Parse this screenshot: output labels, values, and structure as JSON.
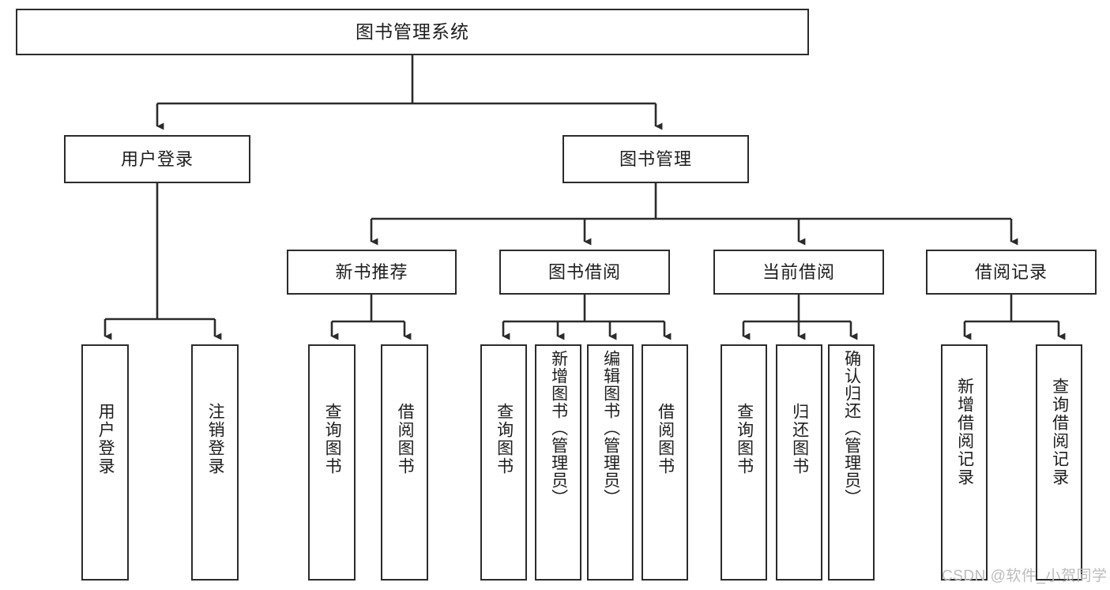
{
  "diagram": {
    "title": "图书管理系统",
    "type": "tree-hierarchy",
    "watermark": "CSDN @软件_小贺同学",
    "colors": {
      "node_border": "#2b2b2b",
      "node_fill": "#ffffff",
      "edge": "#2b2b2b",
      "text": "#1d1d1d",
      "watermark": "#bcbcbc",
      "background": "#ffffff"
    },
    "levels": {
      "root": "图书管理系统",
      "level2": [
        "用户登录",
        "图书管理"
      ],
      "level3": [
        "新书推荐",
        "图书借阅",
        "当前借阅",
        "借阅记录"
      ]
    },
    "nodes": {
      "root": {
        "label": "图书管理系统"
      },
      "user_login": {
        "label": "用户登录"
      },
      "book_manage": {
        "label": "图书管理"
      },
      "new_book_rec": {
        "label": "新书推荐"
      },
      "book_borrow": {
        "label": "图书借阅"
      },
      "current_borrow": {
        "label": "当前借阅"
      },
      "borrow_record": {
        "label": "借阅记录"
      },
      "leaf_user_login": {
        "label": "用户登录"
      },
      "leaf_logout": {
        "label": "注销登录"
      },
      "leaf_query_book_1": {
        "label": "查询图书"
      },
      "leaf_borrow_book_1": {
        "label": "借阅图书"
      },
      "leaf_query_book_2": {
        "label": "查询图书"
      },
      "leaf_add_book": {
        "label": "新增图书（管理员）"
      },
      "leaf_edit_book": {
        "label": "编辑图书（管理员）"
      },
      "leaf_borrow_book_2": {
        "label": "借阅图书"
      },
      "leaf_query_book_3": {
        "label": "查询图书"
      },
      "leaf_return_book": {
        "label": "归还图书"
      },
      "leaf_confirm_return": {
        "label": "确认归还（管理员）"
      },
      "leaf_add_record": {
        "label": "新增借阅记录"
      },
      "leaf_query_record": {
        "label": "查询借阅记录"
      }
    },
    "edges": [
      {
        "from": "root",
        "to": "user_login"
      },
      {
        "from": "root",
        "to": "book_manage"
      },
      {
        "from": "user_login",
        "to": "leaf_user_login"
      },
      {
        "from": "user_login",
        "to": "leaf_logout"
      },
      {
        "from": "book_manage",
        "to": "new_book_rec"
      },
      {
        "from": "book_manage",
        "to": "book_borrow"
      },
      {
        "from": "book_manage",
        "to": "current_borrow"
      },
      {
        "from": "book_manage",
        "to": "borrow_record"
      },
      {
        "from": "new_book_rec",
        "to": "leaf_query_book_1"
      },
      {
        "from": "new_book_rec",
        "to": "leaf_borrow_book_1"
      },
      {
        "from": "book_borrow",
        "to": "leaf_query_book_2"
      },
      {
        "from": "book_borrow",
        "to": "leaf_add_book"
      },
      {
        "from": "book_borrow",
        "to": "leaf_edit_book"
      },
      {
        "from": "book_borrow",
        "to": "leaf_borrow_book_2"
      },
      {
        "from": "current_borrow",
        "to": "leaf_query_book_3"
      },
      {
        "from": "current_borrow",
        "to": "leaf_return_book"
      },
      {
        "from": "current_borrow",
        "to": "leaf_confirm_return"
      },
      {
        "from": "borrow_record",
        "to": "leaf_add_record"
      },
      {
        "from": "borrow_record",
        "to": "leaf_query_record"
      }
    ]
  }
}
